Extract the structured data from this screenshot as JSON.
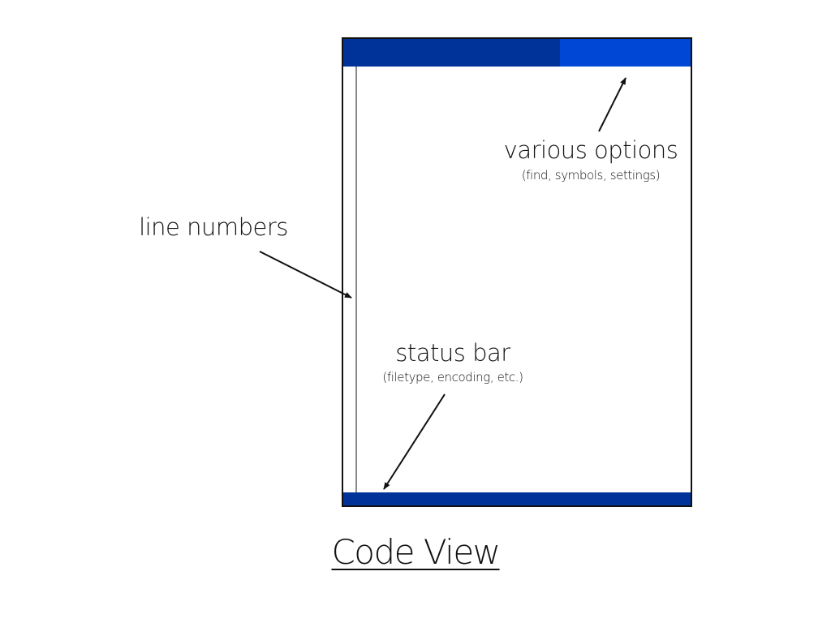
{
  "annotations": {
    "various_options": {
      "title": "various options",
      "subtitle": "(find, symbols, settings)"
    },
    "line_numbers": {
      "title": "line numbers"
    },
    "status_bar": {
      "title": "status bar",
      "subtitle": "(filetype, encoding, etc.)"
    }
  },
  "page": {
    "title": "Code View"
  },
  "colors": {
    "top_bar_main": "#00339a",
    "top_bar_options": "#0047d6",
    "status_bar": "#00339a",
    "gutter_line": "#8a8a8a",
    "outline": "#111111"
  }
}
